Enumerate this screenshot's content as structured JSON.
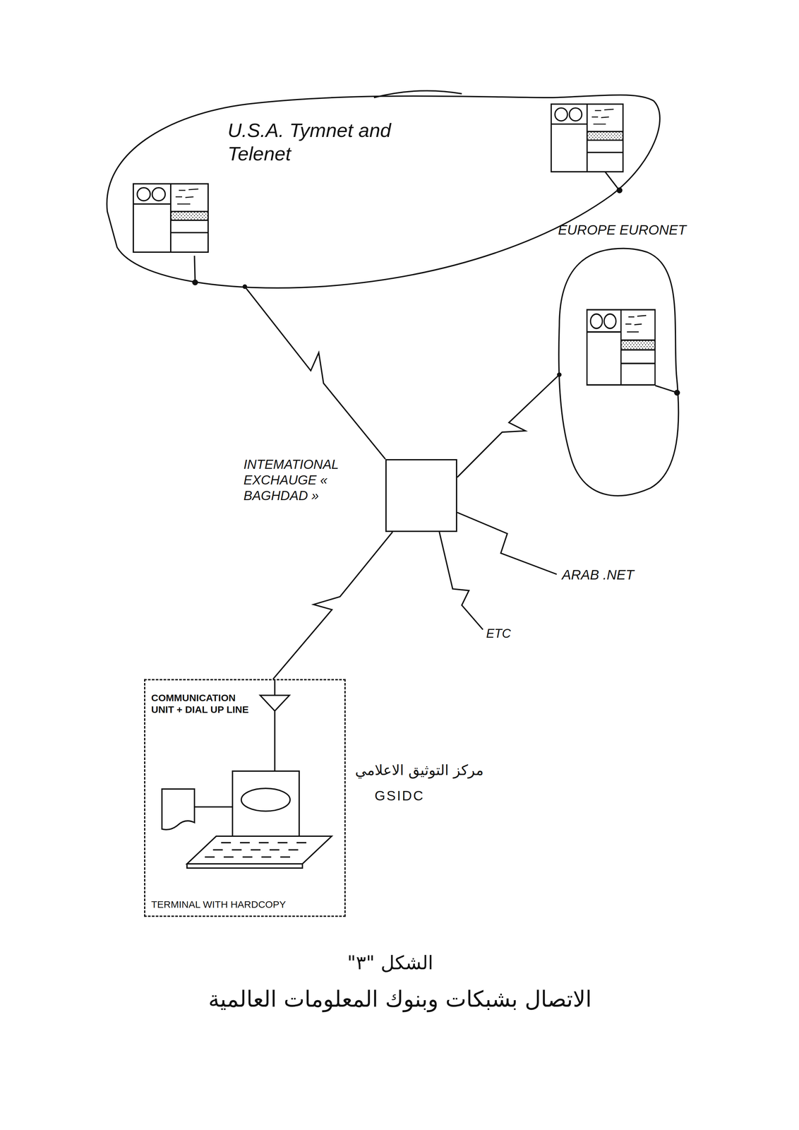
{
  "diagram": {
    "caption": "الاتصال بشبكات وبنوك المعلومات العالمية",
    "nodes": [
      {
        "text": [
          "U.S.A. Tymnet and Telenet"
        ]
      },
      {
        "text": [
          "EUROPE EURONET"
        ]
      },
      {
        "text": [
          "INTEMATIONAL EXCHAUGE « BAGHDAD »"
        ]
      },
      {
        "text": [
          "COMMUNICATION UNIT + DIAL UP LINE",
          "TERMINAL WITH HARDCOPY",
          "مركز التوثيق الاعلامي",
          "GSIDC"
        ]
      }
    ],
    "edges": [
      {
        "from": 2,
        "to": 0,
        "arrow": "none"
      },
      {
        "from": 2,
        "to": 1,
        "arrow": "none"
      },
      {
        "from": 2,
        "to": 3,
        "arrow": "none"
      }
    ],
    "labels": [
      "الشكل \"٣\"",
      "ARAB .NET",
      "ETC"
    ]
  }
}
